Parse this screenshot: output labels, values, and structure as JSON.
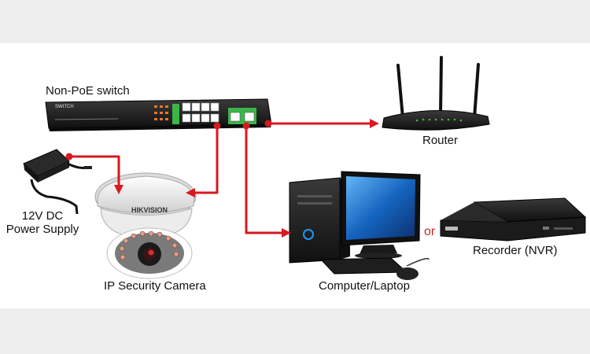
{
  "labels": {
    "switch": "Non-PoE switch",
    "switch_brand": "SWITCH",
    "router": "Router",
    "power_supply_line1": "12V DC",
    "power_supply_line2": "Power Supply",
    "camera": "IP Security Camera",
    "camera_brand": "HIKVISION",
    "computer": "Computer/Laptop",
    "recorder": "Recorder (NVR)",
    "or": "or"
  },
  "colors": {
    "connection": "#d71920",
    "device_body": "#1c1c1c",
    "switch_port_green": "#3bb54a",
    "switch_port_orange": "#e8772e",
    "monitor_screen": "#1565c0"
  }
}
